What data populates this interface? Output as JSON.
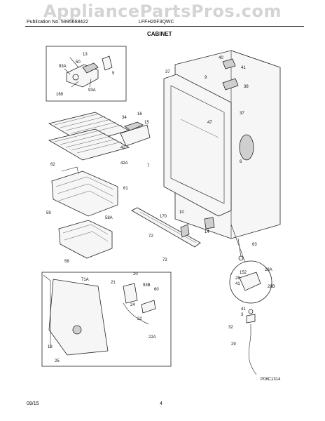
{
  "watermark": "AppliancePartsPros.com",
  "header": {
    "publication": "Publication No. 5995668422",
    "model": "LFFH20F3QWC",
    "section_title": "CABINET"
  },
  "diagram": {
    "callouts": [
      "13",
      "50",
      "93A",
      "5",
      "93A",
      "169",
      "40",
      "41",
      "37",
      "9",
      "38",
      "34",
      "16",
      "15",
      "47",
      "37",
      "42",
      "42A",
      "7",
      "6",
      "62",
      "61",
      "59",
      "58A",
      "170",
      "10",
      "14",
      "72",
      "72",
      "63",
      "58",
      "20",
      "71A",
      "21",
      "93B",
      "60",
      "24",
      "22",
      "22A",
      "19",
      "25",
      "152",
      "28A",
      "28",
      "41",
      "28B",
      "41",
      "3",
      "32",
      "29"
    ],
    "figure_code": "P08C1314"
  },
  "footer": {
    "date": "09/15",
    "page": "4"
  }
}
